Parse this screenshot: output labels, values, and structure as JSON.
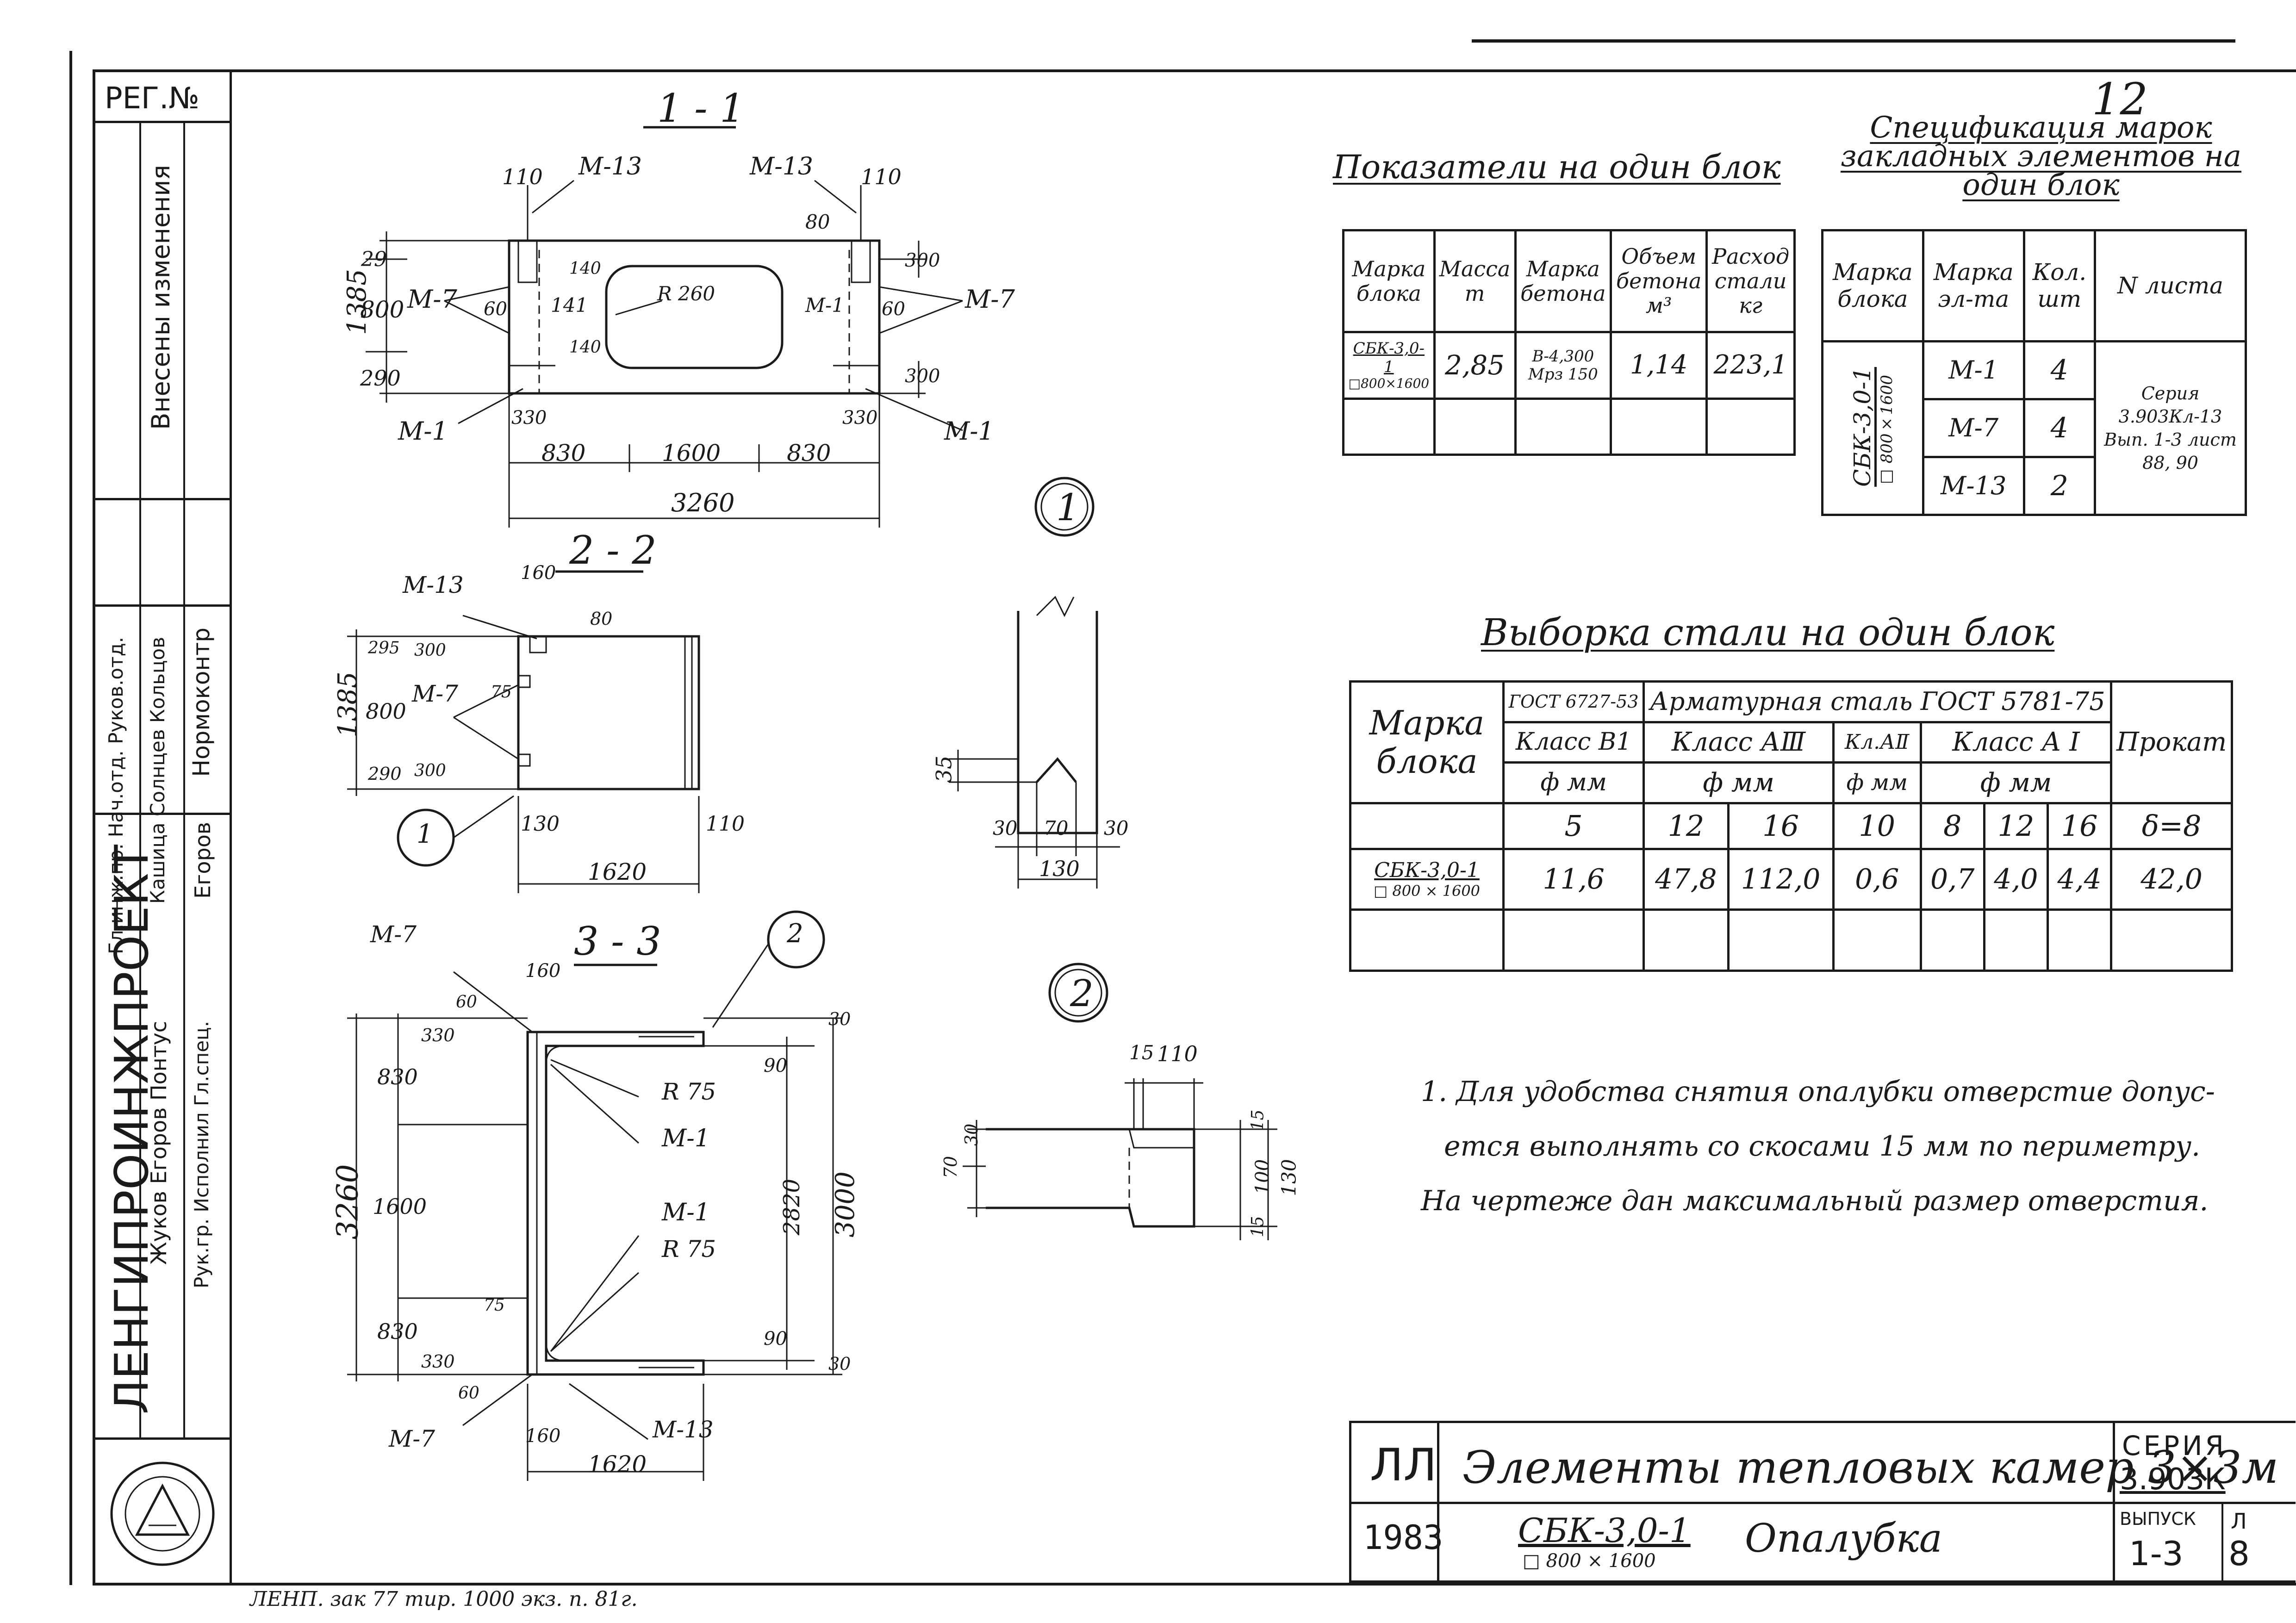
{
  "sheet_number": "12",
  "reg_label": "РЕГ.№",
  "section_1_1": {
    "title": "1 - 1",
    "dims": {
      "d110a": "110",
      "d110b": "110",
      "m13a": "М-13",
      "m13b": "М-13",
      "d80": "80",
      "d1385": "1385",
      "d29": "29",
      "d800": "800",
      "d290": "290",
      "d300a": "300",
      "d300b": "300",
      "m7a": "М-7",
      "m7b": "М-7",
      "d60a": "60",
      "d60b": "60",
      "d141": "141",
      "m1a": "М-1",
      "m1b": "М-1",
      "m1c": "М-1",
      "d140a": "140",
      "d140b": "140",
      "r260": "R 260",
      "d330a": "330",
      "d330b": "330",
      "d830a": "830",
      "d1600": "1600",
      "d830b": "830",
      "d3260": "3260"
    }
  },
  "section_2_2": {
    "title": "2 - 2",
    "dims": {
      "m13": "М-13",
      "d160": "160",
      "d80": "80",
      "d1385": "1385",
      "d295": "295",
      "d300a": "300",
      "d800": "800",
      "m7": "М-7",
      "d75": "75",
      "d290": "290",
      "d300b": "300",
      "d130": "130",
      "d110": "110",
      "d1620": "1620",
      "callout": "1"
    }
  },
  "section_3_3": {
    "title": "3 - 3",
    "dims": {
      "m7a": "М-7",
      "d160a": "160",
      "d60a": "60",
      "d330a": "330",
      "d830a": "830",
      "d3260": "3260",
      "d1600": "1600",
      "d830b": "830",
      "d330b": "330",
      "d60b": "60",
      "d75": "75",
      "m7b": "М-7",
      "d160b": "160",
      "d1620": "1620",
      "r75a": "R 75",
      "m1a": "М-1",
      "m1b": "М-1",
      "r75b": "R 75",
      "m13": "М-13",
      "d90a": "90",
      "d2820": "2820",
      "d90b": "90",
      "d3000": "3000",
      "d30a": "30",
      "d30b": "30",
      "callout": "2"
    }
  },
  "node_1": {
    "label": "1",
    "dims": {
      "d35": "35",
      "d30a": "30",
      "d70": "70",
      "d30b": "30",
      "d130": "130"
    }
  },
  "node_2": {
    "label": "2",
    "dims": {
      "d15a": "15",
      "d110": "110",
      "d70": "70",
      "d30": "30",
      "d15b": "15",
      "d100": "100",
      "d15c": "15",
      "d130": "130"
    }
  },
  "indicators": {
    "title": "Показатели на один блок",
    "headers": [
      "Марка блока",
      "Масса т",
      "Марка бетона",
      "Объем бетона м³",
      "Расход стали кг"
    ],
    "row": {
      "mark": "СБК-3,0-1",
      "mark_sub": "□800×1600",
      "mass": "2,85",
      "concrete": "В-4,300 Мрз 150",
      "volume": "1,14",
      "steel": "223,1"
    }
  },
  "specification": {
    "title": "Спецификация марок закладных элементов на один блок",
    "headers": [
      "Марка блока",
      "Марка эл-та",
      "Кол. шт",
      "N листа"
    ],
    "block_mark": "СБК-3,0-1",
    "block_sub": "□ 800×1600",
    "rows": [
      {
        "el": "М-1",
        "qty": "4"
      },
      {
        "el": "М-7",
        "qty": "4"
      },
      {
        "el": "М-13",
        "qty": "2"
      }
    ],
    "sheet_ref": "Серия 3.903Кл-13 Вып. 1-3 лист 88, 90"
  },
  "steel_selection": {
    "title": "Выборка стали на один блок",
    "h_mark": "Марка блока",
    "h_gost1": "ГОСТ 6727-53",
    "h_armature": "Арматурная сталь ГОСТ 5781-75",
    "h_rolled": "Прокат",
    "h_class_b1": "Класс В1",
    "h_class_a3": "Класс АⅢ",
    "h_class_a2": "Кл.АⅡ",
    "h_class_a1": "Класс А I",
    "h_diam1": "ф мм",
    "h_diam2": "ф мм",
    "h_diam3": "ф мм",
    "h_diam4": "ф мм",
    "diams": [
      "5",
      "12",
      "16",
      "10",
      "8",
      "12",
      "16",
      "δ=8"
    ],
    "row_mark": "СБК-3,0-1",
    "row_sub": "□ 800 × 1600",
    "values": [
      "11,6",
      "47,8",
      "112,0",
      "0,6",
      "0,7",
      "4,0",
      "4,4",
      "42,0"
    ]
  },
  "note": {
    "line1": "1. Для удобства снятия опалубки отверстие допус-",
    "line2": "ется выполнять со скосами 15 мм по периметру.",
    "line3": "На чертеже дан максимальный размер отверстия."
  },
  "title_block": {
    "org": "ЛЛ",
    "year": "1983",
    "name": "Элементы тепловых камер 3×3м",
    "block": "СБК-3,0-1",
    "block_sub": "□ 800 × 1600",
    "sheet_type": "Опалубка",
    "series_label": "СЕРИЯ",
    "series": "3.903К",
    "issue_label": "ВЫПУСК",
    "issue": "1-3",
    "sheet_label": "Л",
    "sheet": "8"
  },
  "stamp": {
    "org": "ЛЕНГИПРОИНЖПРОЕКТ",
    "changes": "Внесены изменения",
    "position": "Нормоконтр",
    "name_a": "Егоров",
    "names": "Жуков Егоров Понтус",
    "roles": "Рук.гр. Исполнил Гл.спец.",
    "names_b": "Кашица Солнцев Кольцов",
    "roles_b": "Гл.инж.пр. Нач.отд. Руков.отд."
  },
  "footer": "ЛЕНП. зак 77 тир. 1000 экз. п. 81г."
}
